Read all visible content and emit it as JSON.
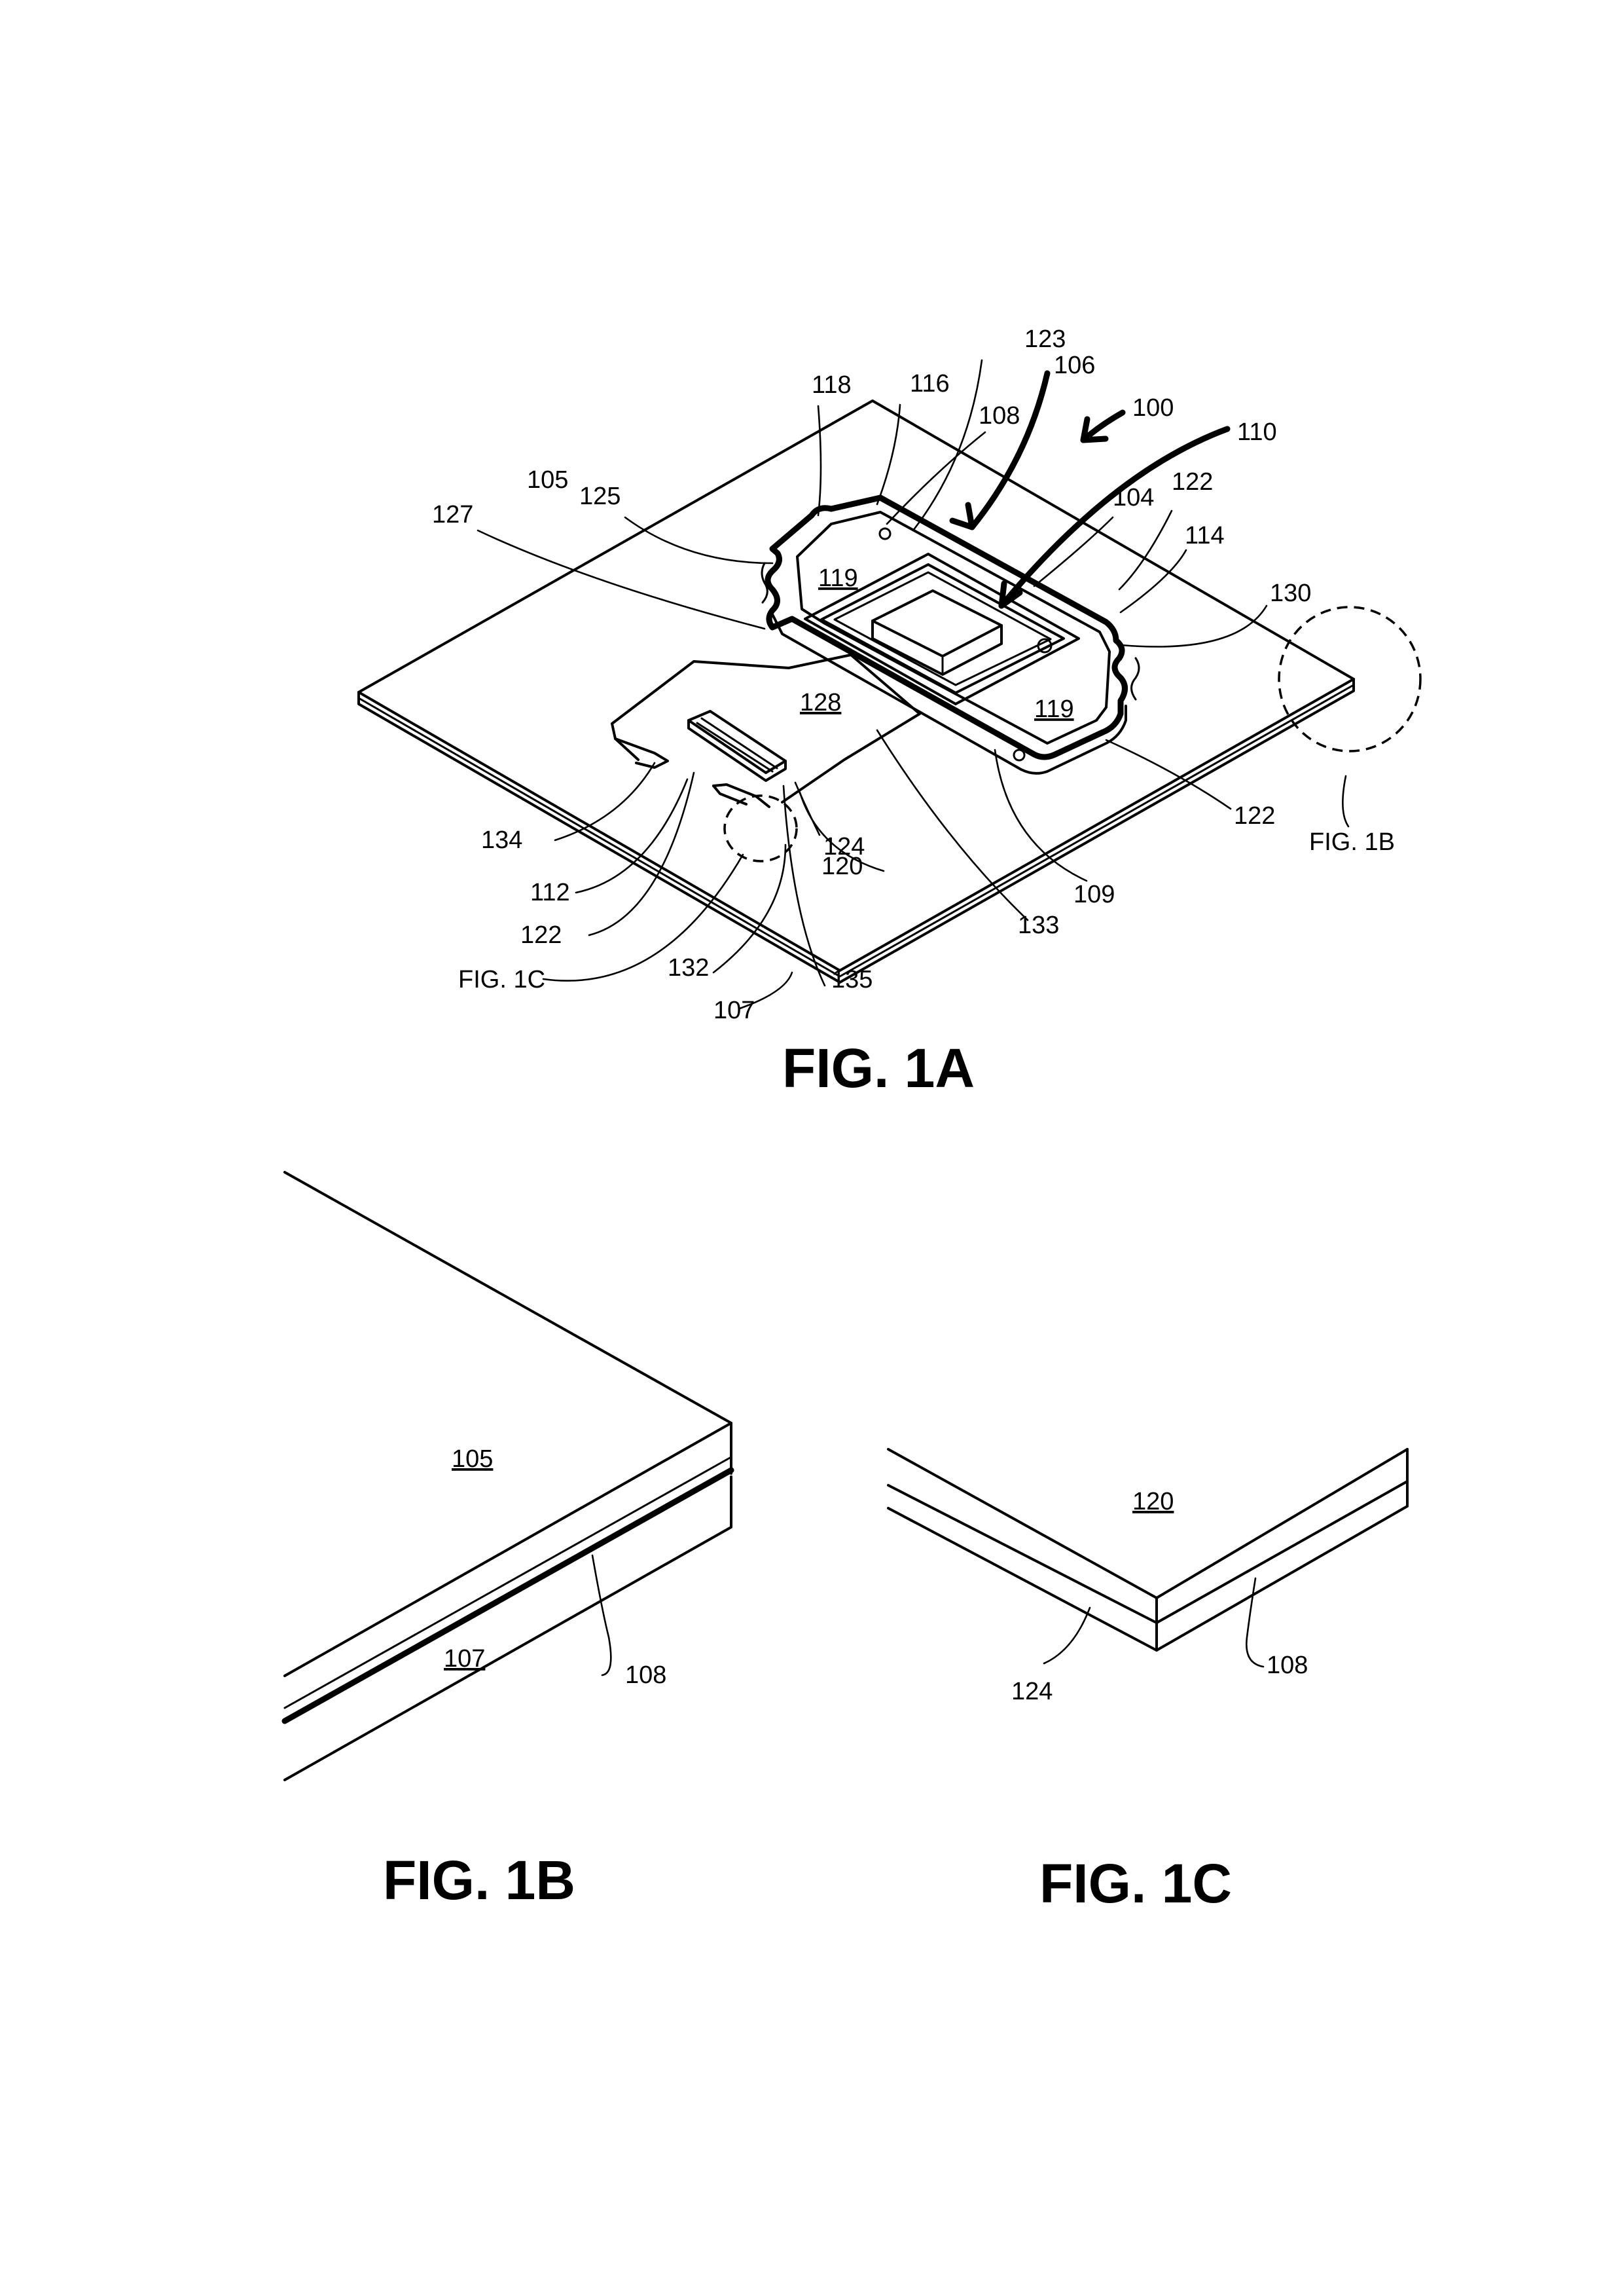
{
  "figures": {
    "fig_1a": {
      "caption": "FIG. 1A",
      "labels": {
        "r100": "100",
        "r104": "104",
        "r105": "105",
        "r106": "106",
        "r107": "107",
        "r108": "108",
        "r109": "109",
        "r110": "110",
        "r112": "112",
        "r114": "114",
        "r116": "116",
        "r118": "118",
        "r119a": "119",
        "r119b": "119",
        "r120": "120",
        "r122a": "122",
        "r122b": "122",
        "r122c": "122",
        "r123": "123",
        "r124": "124",
        "r125": "125",
        "r127": "127",
        "r128": "128",
        "r130": "130",
        "r132": "132",
        "r133": "133",
        "r134": "134",
        "r135": "135",
        "fig1b_ref": "FIG. 1B",
        "fig1c_ref": "FIG. 1C"
      }
    },
    "fig_1b": {
      "caption": "FIG. 1B",
      "labels": {
        "r105": "105",
        "r107": "107",
        "r108": "108"
      }
    },
    "fig_1c": {
      "caption": "FIG. 1C",
      "labels": {
        "r120": "120",
        "r124": "124",
        "r108": "108"
      }
    }
  }
}
